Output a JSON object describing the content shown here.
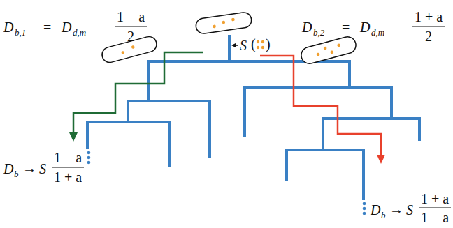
{
  "diagram": {
    "labels": [
      "D",
      "b,1",
      "=",
      "D",
      "d,m",
      "1 − a",
      "2",
      "D",
      "b,2",
      "=",
      "D",
      "d,m",
      "1 + a",
      "2",
      "S",
      "(",
      ")",
      "D",
      "b",
      "→",
      "S",
      "1 − a",
      "1 + a",
      "D",
      "b",
      "→",
      "S",
      "1 + a",
      "1 − a"
    ]
  }
}
